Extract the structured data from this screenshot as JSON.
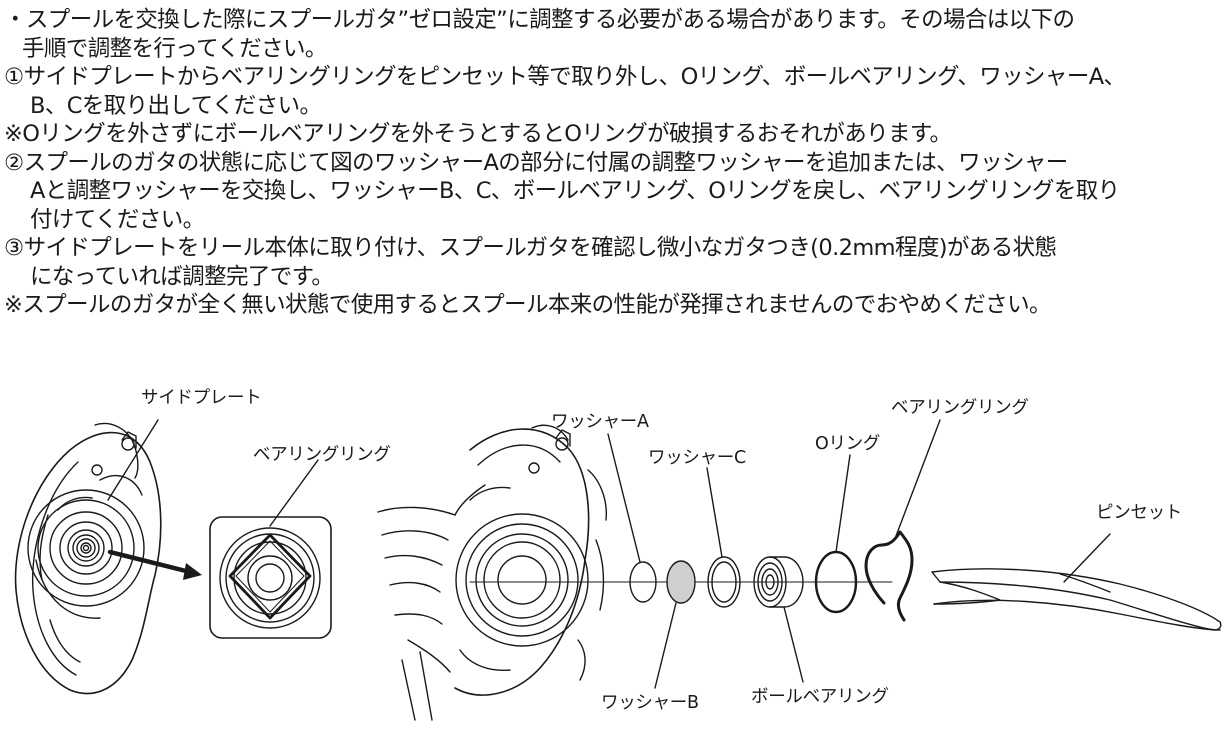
{
  "instructions": {
    "intro": [
      "・スプールを交換した際にスプールガタ”ゼロ設定”に調整する必要がある場合があります。その場合は以下の",
      "手順で調整を行ってください。"
    ],
    "step1": [
      "①サイドプレートからベアリングリングをピンセット等で取り外し、Oリング、ボールベアリング、ワッシャーA、",
      "B、Cを取り出してください。"
    ],
    "note1": [
      "※Oリングを外さずにボールベアリングを外そうとするとOリングが破損するおそれがあります。"
    ],
    "step2": [
      "②スプールのガタの状態に応じて図のワッシャーAの部分に付属の調整ワッシャーを追加または、ワッシャー",
      "Aと調整ワッシャーを交換し、ワッシャーB、C、ボールベアリング、Oリングを戻し、ベアリングリングを取り",
      "付けてください。"
    ],
    "step3": [
      "③サイドプレートをリール本体に取り付け、スプールガタを確認し微小なガタつき(0.2mm程度)がある状態",
      "になっていれば調整完了です。"
    ],
    "note2": [
      "※スプールのガタが全く無い状態で使用するとスプール本来の性能が発揮されませんのでおやめください。"
    ]
  },
  "figure": {
    "labels": {
      "side_plate": "サイドプレート",
      "bearing_ring_detail": "ベアリングリング",
      "washer_a": "ワッシャーA",
      "washer_c": "ワッシャーC",
      "o_ring": "Oリング",
      "bearing_ring": "ベアリングリング",
      "tweezers": "ピンセット",
      "washer_b": "ワッシャーB",
      "ball_bearing": "ボールベアリング"
    },
    "colors": {
      "line": "#1a1a1a",
      "washer_b_fill": "#cfcfcf"
    }
  }
}
